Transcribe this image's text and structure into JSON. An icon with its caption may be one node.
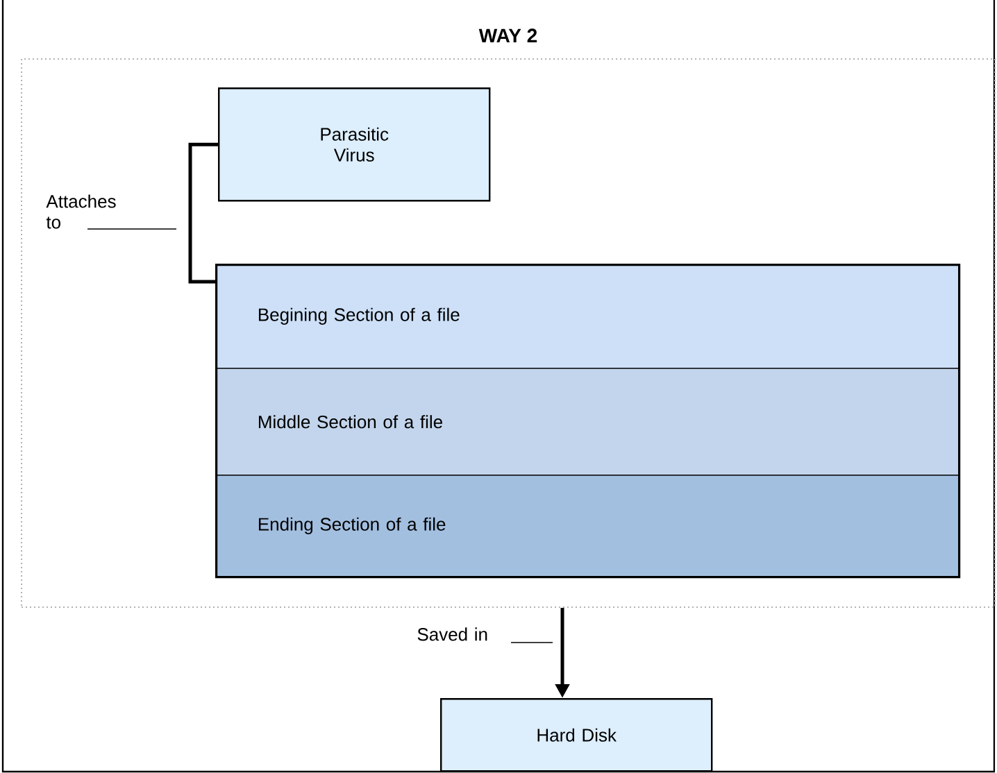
{
  "diagram": {
    "nodes": [
      {
        "text": [
          "WAY 2"
        ]
      },
      {
        "text": [
          "Parasitic Virus"
        ],
        "in": 0
      },
      {
        "text": [],
        "shape": "box",
        "in": 0
      },
      {
        "text": [
          "Begining Section of a file"
        ],
        "in": 2
      },
      {
        "text": [
          "Middle Section of a file"
        ],
        "in": 2
      },
      {
        "text": [
          "Ending Section of a file"
        ],
        "in": 2
      },
      {
        "text": [
          "Hard Disk"
        ]
      }
    ],
    "edges": [
      {
        "from": 1,
        "to": 2,
        "arrow": "none",
        "label": "Attaches to"
      },
      {
        "from": 0,
        "to": 6,
        "arrow": "to",
        "label": "Saved in"
      }
    ]
  }
}
